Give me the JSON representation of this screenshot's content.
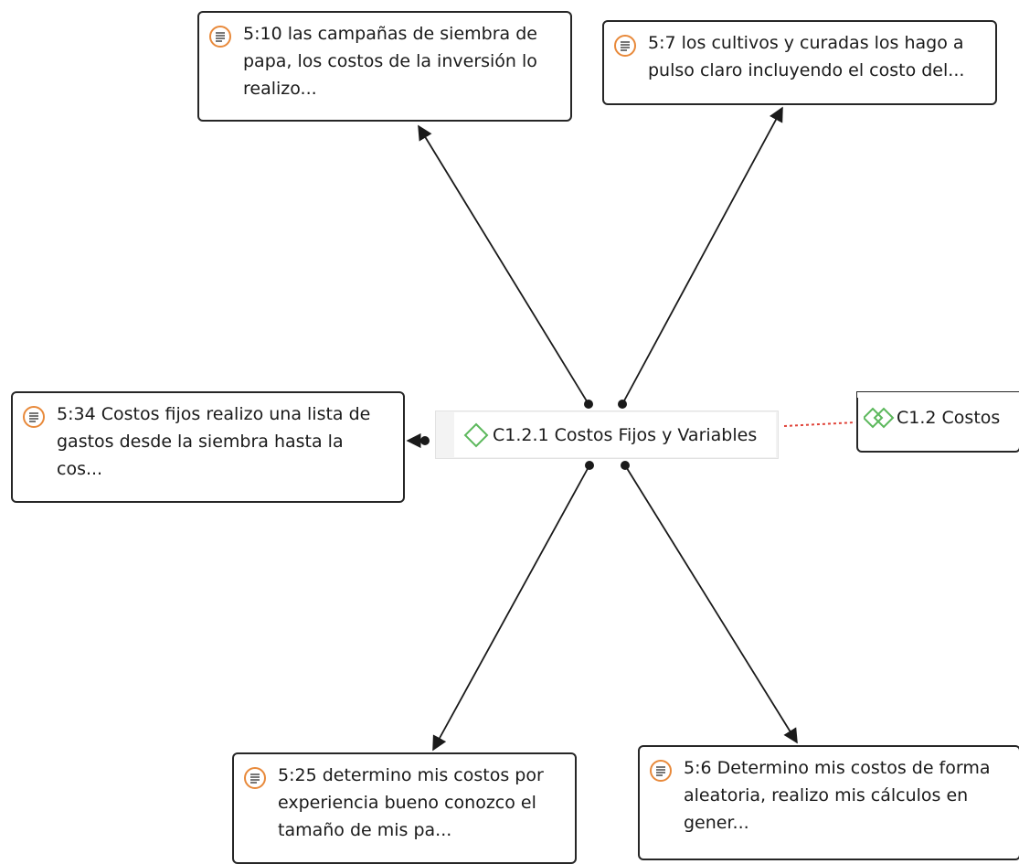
{
  "central_code": {
    "label": "C1.2.1 Costos Fijos y Variables",
    "icon": "code-diamond-icon",
    "color": "#5cb85c"
  },
  "parent_code": {
    "label": "C1.2 Costos",
    "icon": "code-group-icon"
  },
  "quotations": [
    {
      "id": "q-5-10",
      "text": "5:10 las campañas de siembra de papa, los costos de la inversión lo realizo..."
    },
    {
      "id": "q-5-7",
      "text": "5:7 los cultivos y curadas los hago a pulso claro incluyendo el costo del..."
    },
    {
      "id": "q-5-34",
      "text": "5:34 Costos fijos realizo una lista de gastos desde la siembra hasta la cos..."
    },
    {
      "id": "q-5-25",
      "text": "5:25 determino mis costos por experiencia bueno conozco el tamaño de mis pa..."
    },
    {
      "id": "q-5-6",
      "text": "5:6 Determino mis costos de forma aleatoria, realizo mis cálculos en gener..."
    }
  ],
  "colors": {
    "quote_icon": "#e8893a",
    "link": "#1a1a1a",
    "parent_link": "#e0443a"
  }
}
